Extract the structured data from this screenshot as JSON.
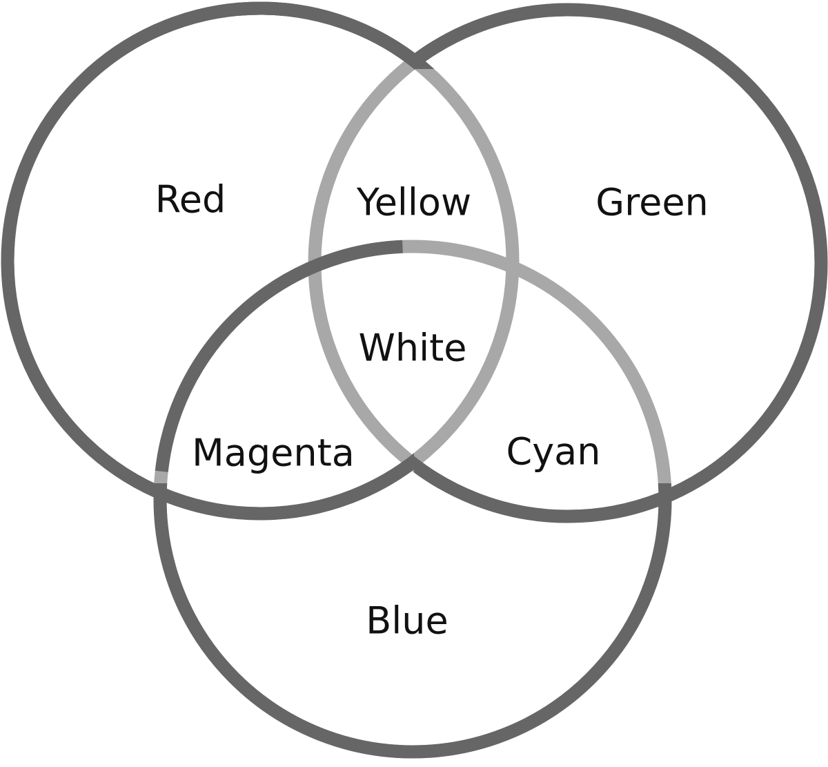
{
  "diagram": {
    "type": "venn",
    "sets": [
      {
        "id": "red",
        "label": "Red"
      },
      {
        "id": "green",
        "label": "Green"
      },
      {
        "id": "blue",
        "label": "Blue"
      }
    ],
    "regions": [
      {
        "id": "red-only",
        "sets": [
          "red"
        ],
        "label": "Red"
      },
      {
        "id": "green-only",
        "sets": [
          "green"
        ],
        "label": "Green"
      },
      {
        "id": "blue-only",
        "sets": [
          "blue"
        ],
        "label": "Blue"
      },
      {
        "id": "red-green",
        "sets": [
          "red",
          "green"
        ],
        "label": "Yellow"
      },
      {
        "id": "red-blue",
        "sets": [
          "red",
          "blue"
        ],
        "label": "Magenta"
      },
      {
        "id": "green-blue",
        "sets": [
          "green",
          "blue"
        ],
        "label": "Cyan"
      },
      {
        "id": "red-green-blue",
        "sets": [
          "red",
          "green",
          "blue"
        ],
        "label": "White"
      }
    ],
    "colors": {
      "ring_dark": "#666666",
      "ring_light": "#a8a8a8",
      "text": "#111111",
      "background": "#ffffff"
    }
  }
}
